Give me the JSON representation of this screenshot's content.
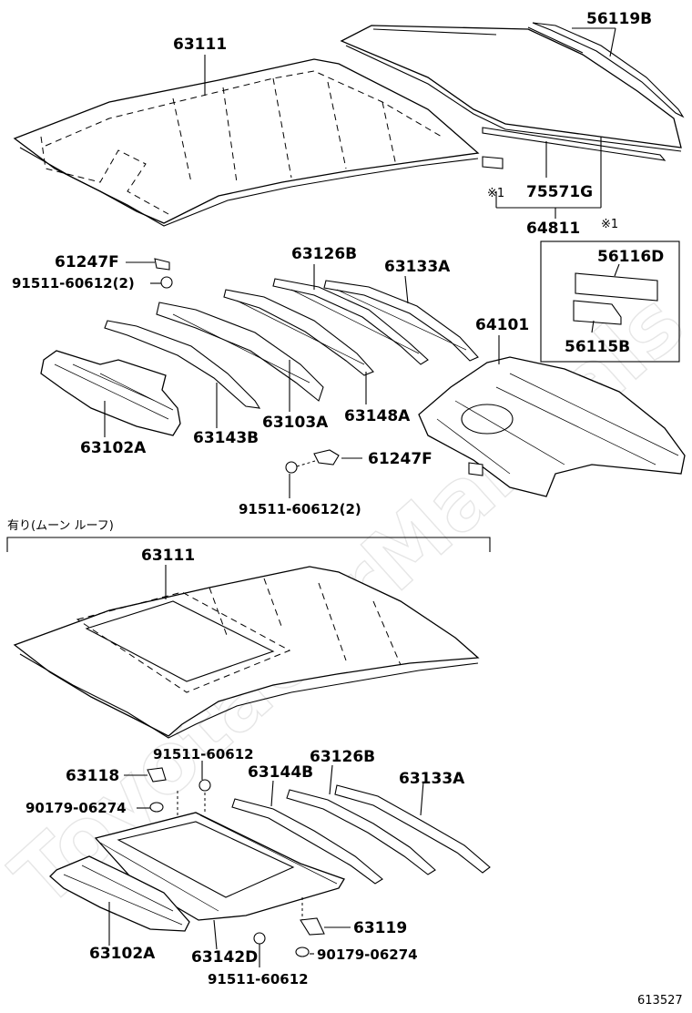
{
  "watermark": "ToyotaCarManuals",
  "diagram_id": "613527",
  "section_label": "有り(ムーン ルーフ)",
  "note_mark": "※1",
  "colors": {
    "ink": "#000000",
    "paper": "#ffffff",
    "watermark": "#e6e6e6"
  },
  "top_section": {
    "labels": {
      "roof_panel": "63111",
      "back_glass_molding": "56119B",
      "rear_window_part": "75571G",
      "rear_window_assy": "64811",
      "box_upper": "56116D",
      "box_lower": "56115B",
      "retainer": "61247F",
      "bolt": "91511-60612(2)",
      "reinf_rear": "63126B",
      "reinf_rear_2": "63133A",
      "package_tray": "64101",
      "front_header": "63102A",
      "reinf_1": "63143B",
      "reinf_2": "63103A",
      "reinf_3": "63148A",
      "retainer_2": "61247F",
      "bolt_2": "91511-60612(2)"
    }
  },
  "bottom_section": {
    "labels": {
      "roof_panel": "63111",
      "bracket_1": "63118",
      "bolt_1": "91511-60612",
      "nut_1": "90179-06274",
      "reinf_1": "63144B",
      "reinf_2": "63126B",
      "reinf_3": "63133A",
      "sunroof_frame": "63142D",
      "front_header": "63102A",
      "bracket_2": "63119",
      "nut_2": "90179-06274",
      "bolt_2": "91511-60612"
    }
  }
}
